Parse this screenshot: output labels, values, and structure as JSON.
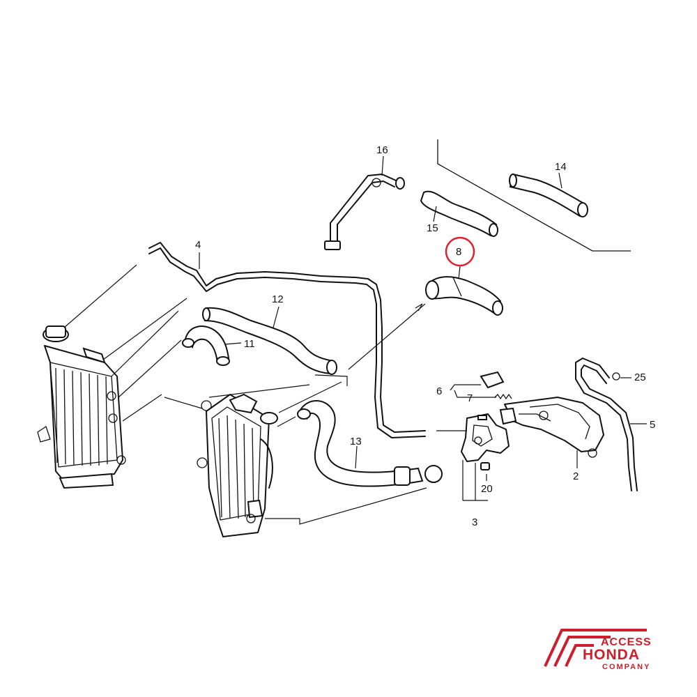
{
  "callouts": {
    "c2": "2",
    "c3": "3",
    "c4": "4",
    "c5": "5",
    "c6": "6",
    "c7": "7",
    "c8": "8",
    "c11": "11",
    "c12": "12",
    "c13": "13",
    "c14": "14",
    "c15": "15",
    "c16": "16",
    "c20": "20",
    "c25": "25"
  },
  "highlight": {
    "callout": "8",
    "color": "#e0202e"
  },
  "logo": {
    "line1": "ACCESS",
    "line2": "HONDA",
    "line3": "COMPANY",
    "color": "#cc1e2d"
  }
}
